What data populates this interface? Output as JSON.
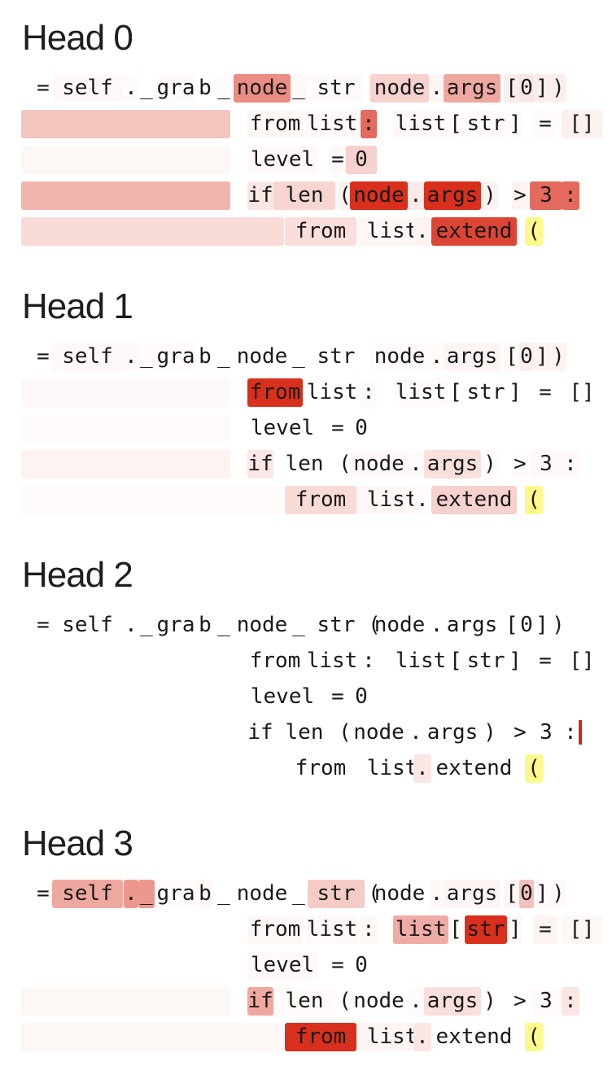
{
  "heads": [
    {
      "title": "Head 0",
      "tokens": [
        {
          "text": "=",
          "w": 0.0
        },
        {
          "text": "self",
          "w": 0.03
        },
        {
          "text": ".",
          "w": 0.02
        },
        {
          "text": "_",
          "w": 0.0
        },
        {
          "text": "gra",
          "w": 0.02
        },
        {
          "text": "b",
          "w": 0.0
        },
        {
          "text": "_",
          "w": 0.02
        },
        {
          "text": "node",
          "w": 0.55
        },
        {
          "text": "_",
          "w": 0.03
        },
        {
          "text": "str",
          "w": 0.02
        },
        {
          "text": "(",
          "w": 0.04
        },
        {
          "text": "node",
          "w": 0.22
        },
        {
          "text": ".",
          "w": 0.05
        },
        {
          "text": "args",
          "w": 0.42
        },
        {
          "text": "[",
          "w": 0.08
        },
        {
          "text": "0",
          "w": 0.12
        },
        {
          "text": "]",
          "w": 0.08
        },
        {
          "text": ")",
          "w": 0.08
        },
        {
          "text": " ",
          "w": 0.28
        },
        {
          "text": "from",
          "w": 0.04
        },
        {
          "text": "list",
          "w": 0.03
        },
        {
          "text": ":",
          "w": 0.72
        },
        {
          "text": "list",
          "w": 0.03
        },
        {
          "text": "[",
          "w": 0.02
        },
        {
          "text": "str",
          "w": 0.02
        },
        {
          "text": "]",
          "w": 0.02
        },
        {
          "text": "=",
          "w": 0.02
        },
        {
          "text": "[]",
          "w": 0.07
        },
        {
          "text": " ",
          "w": 0.04
        },
        {
          "text": "level",
          "w": 0.03
        },
        {
          "text": "=",
          "w": 0.03
        },
        {
          "text": "0",
          "w": 0.22
        },
        {
          "text": " ",
          "w": 0.36
        },
        {
          "text": "if",
          "w": 0.12
        },
        {
          "text": "len",
          "w": 0.2
        },
        {
          "text": "(",
          "w": 0.06
        },
        {
          "text": "node",
          "w": 1.0
        },
        {
          "text": ".",
          "w": 0.1
        },
        {
          "text": "args",
          "w": 1.0
        },
        {
          "text": ")",
          "w": 0.06
        },
        {
          "text": ">",
          "w": 0.06
        },
        {
          "text": "3",
          "w": 0.72
        },
        {
          "text": ":",
          "w": 0.72
        },
        {
          "text": " ",
          "w": 0.18
        },
        {
          "text": "from",
          "w": 0.16
        },
        {
          "text": "list",
          "w": 0.04
        },
        {
          "text": ".",
          "w": 0.06
        },
        {
          "text": "extend",
          "w": 0.9
        },
        {
          "text": "(",
          "w": 0.0
        }
      ]
    },
    {
      "title": "Head 1",
      "tokens": [
        {
          "text": "=",
          "w": 0.0
        },
        {
          "text": "self",
          "w": 0.03
        },
        {
          "text": ".",
          "w": 0.03
        },
        {
          "text": "_",
          "w": 0.02
        },
        {
          "text": "gra",
          "w": 0.02
        },
        {
          "text": "b",
          "w": 0.0
        },
        {
          "text": "_",
          "w": 0.0
        },
        {
          "text": "node",
          "w": 0.0
        },
        {
          "text": "_",
          "w": 0.0
        },
        {
          "text": "str",
          "w": 0.0
        },
        {
          "text": "(",
          "w": 0.0
        },
        {
          "text": "node",
          "w": 0.02
        },
        {
          "text": ".",
          "w": 0.02
        },
        {
          "text": "args",
          "w": 0.05
        },
        {
          "text": "[",
          "w": 0.03
        },
        {
          "text": "0",
          "w": 0.08
        },
        {
          "text": "]",
          "w": 0.06
        },
        {
          "text": ")",
          "w": 0.06
        },
        {
          "text": " ",
          "w": 0.03
        },
        {
          "text": "from",
          "w": 1.0
        },
        {
          "text": "list",
          "w": 0.0
        },
        {
          "text": ":",
          "w": 0.02
        },
        {
          "text": "list",
          "w": 0.02
        },
        {
          "text": "[",
          "w": 0.0
        },
        {
          "text": "str",
          "w": 0.0
        },
        {
          "text": "]",
          "w": 0.0
        },
        {
          "text": "=",
          "w": 0.0
        },
        {
          "text": "[]",
          "w": 0.0
        },
        {
          "text": " ",
          "w": 0.02
        },
        {
          "text": "level",
          "w": 0.0
        },
        {
          "text": "=",
          "w": 0.0
        },
        {
          "text": "0",
          "w": 0.0
        },
        {
          "text": " ",
          "w": 0.06
        },
        {
          "text": "if",
          "w": 0.12
        },
        {
          "text": "len",
          "w": 0.0
        },
        {
          "text": "(",
          "w": 0.0
        },
        {
          "text": "node",
          "w": 0.03
        },
        {
          "text": ".",
          "w": 0.02
        },
        {
          "text": "args",
          "w": 0.15
        },
        {
          "text": ")",
          "w": 0.02
        },
        {
          "text": ">",
          "w": 0.02
        },
        {
          "text": "3",
          "w": 0.03
        },
        {
          "text": ":",
          "w": 0.03
        },
        {
          "text": " ",
          "w": 0.02
        },
        {
          "text": "from",
          "w": 0.18
        },
        {
          "text": "list",
          "w": 0.04
        },
        {
          "text": ".",
          "w": 0.02
        },
        {
          "text": "extend",
          "w": 0.22
        },
        {
          "text": "(",
          "w": 0.0
        }
      ]
    },
    {
      "title": "Head 2",
      "tokens": [
        {
          "text": "=",
          "w": 0.0
        },
        {
          "text": "self",
          "w": 0.0
        },
        {
          "text": ".",
          "w": 0.0
        },
        {
          "text": "_",
          "w": 0.0
        },
        {
          "text": "gra",
          "w": 0.0
        },
        {
          "text": "b",
          "w": 0.0
        },
        {
          "text": "_",
          "w": 0.0
        },
        {
          "text": "node",
          "w": 0.0
        },
        {
          "text": "_",
          "w": 0.0
        },
        {
          "text": "str",
          "w": 0.0
        },
        {
          "text": "(",
          "w": 0.0
        },
        {
          "text": "node",
          "w": 0.0
        },
        {
          "text": ".",
          "w": 0.0
        },
        {
          "text": "args",
          "w": 0.0
        },
        {
          "text": "[",
          "w": 0.0
        },
        {
          "text": "0",
          "w": 0.0
        },
        {
          "text": "]",
          "w": 0.0
        },
        {
          "text": ")",
          "w": 0.0
        },
        {
          "text": " ",
          "w": 0.0
        },
        {
          "text": "from",
          "w": 0.0
        },
        {
          "text": "list",
          "w": 0.0
        },
        {
          "text": ":",
          "w": 0.0
        },
        {
          "text": "list",
          "w": 0.0
        },
        {
          "text": "[",
          "w": 0.0
        },
        {
          "text": "str",
          "w": 0.0
        },
        {
          "text": "]",
          "w": 0.0
        },
        {
          "text": "=",
          "w": 0.0
        },
        {
          "text": "[]",
          "w": 0.0
        },
        {
          "text": " ",
          "w": 0.0
        },
        {
          "text": "level",
          "w": 0.0
        },
        {
          "text": "=",
          "w": 0.0
        },
        {
          "text": "0",
          "w": 0.0
        },
        {
          "text": " ",
          "w": 0.0
        },
        {
          "text": "if",
          "w": 0.0
        },
        {
          "text": "len",
          "w": 0.0
        },
        {
          "text": "(",
          "w": 0.0
        },
        {
          "text": "node",
          "w": 0.0
        },
        {
          "text": ".",
          "w": 0.0
        },
        {
          "text": "args",
          "w": 0.0
        },
        {
          "text": ")",
          "w": 0.0
        },
        {
          "text": ">",
          "w": 0.0
        },
        {
          "text": "3",
          "w": 0.0
        },
        {
          "text": ":",
          "w": 0.0
        },
        {
          "text": " ",
          "w": 0.0
        },
        {
          "text": "from",
          "w": 0.0
        },
        {
          "text": "list",
          "w": 0.0
        },
        {
          "text": ".",
          "w": 0.12
        },
        {
          "text": "extend",
          "w": 0.0
        },
        {
          "text": "(",
          "w": 0.0
        }
      ]
    },
    {
      "title": "Head 3",
      "tokens": [
        {
          "text": "=",
          "w": 0.0
        },
        {
          "text": "self",
          "w": 0.42
        },
        {
          "text": ".",
          "w": 0.5
        },
        {
          "text": "_",
          "w": 0.5
        },
        {
          "text": "gra",
          "w": 0.02
        },
        {
          "text": "b",
          "w": 0.04
        },
        {
          "text": "_",
          "w": 0.0
        },
        {
          "text": "node",
          "w": 0.0
        },
        {
          "text": "_",
          "w": 0.0
        },
        {
          "text": "str",
          "w": 0.25
        },
        {
          "text": "(",
          "w": 0.0
        },
        {
          "text": "node",
          "w": 0.0
        },
        {
          "text": ".",
          "w": 0.03
        },
        {
          "text": "args",
          "w": 0.05
        },
        {
          "text": "[",
          "w": 0.05
        },
        {
          "text": "0",
          "w": 0.3
        },
        {
          "text": "]",
          "w": 0.03
        },
        {
          "text": ")",
          "w": 0.03
        },
        {
          "text": " ",
          "w": 0.0
        },
        {
          "text": "from",
          "w": 0.04
        },
        {
          "text": "list",
          "w": 0.03
        },
        {
          "text": ":",
          "w": 0.04
        },
        {
          "text": "list",
          "w": 0.4
        },
        {
          "text": "[",
          "w": 0.02
        },
        {
          "text": "str",
          "w": 1.0
        },
        {
          "text": "]",
          "w": 0.03
        },
        {
          "text": "=",
          "w": 0.06
        },
        {
          "text": "[]",
          "w": 0.04
        },
        {
          "text": " ",
          "w": 0.0
        },
        {
          "text": "level",
          "w": 0.03
        },
        {
          "text": "=",
          "w": 0.0
        },
        {
          "text": "0",
          "w": 0.0
        },
        {
          "text": " ",
          "w": 0.04
        },
        {
          "text": "if",
          "w": 0.42
        },
        {
          "text": "len",
          "w": 0.02
        },
        {
          "text": "(",
          "w": 0.0
        },
        {
          "text": "node",
          "w": 0.0
        },
        {
          "text": ".",
          "w": 0.02
        },
        {
          "text": "args",
          "w": 0.15
        },
        {
          "text": ")",
          "w": 0.0
        },
        {
          "text": ">",
          "w": 0.0
        },
        {
          "text": "3",
          "w": 0.02
        },
        {
          "text": ":",
          "w": 0.12
        },
        {
          "text": " ",
          "w": 0.04
        },
        {
          "text": "from",
          "w": 1.0
        },
        {
          "text": "list",
          "w": 0.05
        },
        {
          "text": ".",
          "w": 0.12
        },
        {
          "text": "extend",
          "w": 0.0
        },
        {
          "text": "(",
          "w": 0.0
        }
      ]
    }
  ],
  "colors": {
    "weight_max": "#d8301c",
    "current_token": "#fdfa8c",
    "cursor": "#cc2a1a"
  }
}
